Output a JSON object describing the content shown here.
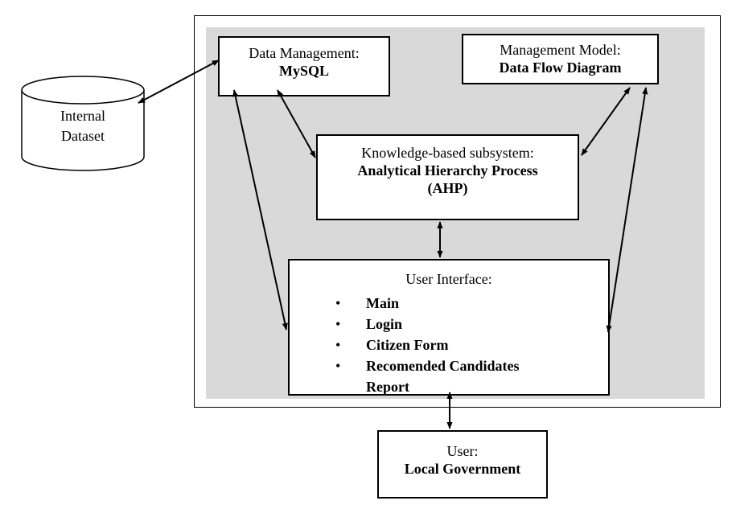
{
  "dataset": {
    "line1": "Internal",
    "line2": "Dataset"
  },
  "data_management": {
    "label": "Data Management:",
    "value": "MySQL"
  },
  "management_model": {
    "label": "Management Model:",
    "value": "Data Flow Diagram"
  },
  "knowledge_subsystem": {
    "label": "Knowledge-based subsystem:",
    "value_line1": "Analytical Hierarchy Process",
    "value_line2": "(AHP)"
  },
  "user_interface": {
    "label": "User Interface:",
    "items": [
      "Main",
      "Login",
      "Citizen Form",
      "Recomended Candidates",
      "Report"
    ]
  },
  "user": {
    "label": "User:",
    "value": "Local Government"
  }
}
